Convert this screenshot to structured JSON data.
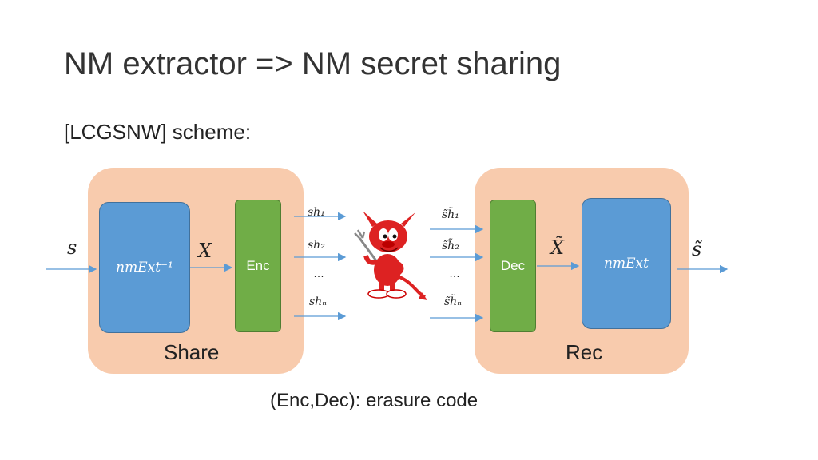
{
  "title": "NM extractor => NM secret sharing",
  "subtitle": "[LCGSNW] scheme:",
  "footer": "(Enc,Dec): erasure code",
  "share_panel": {
    "label": "Share",
    "input_label": "s",
    "inv_box": "nmExt⁻¹",
    "x_label": "X",
    "enc_box": "Enc",
    "outputs": [
      "sh₁",
      "sh₂",
      "shₙ"
    ],
    "ellipsis": "…"
  },
  "rec_panel": {
    "label": "Rec",
    "inputs": [
      "s̃h̃₁",
      "s̃h̃₂",
      "s̃h̃ₙ"
    ],
    "ellipsis": "…",
    "dec_box": "Dec",
    "x_label": "X̃",
    "ext_box": "nmExt",
    "output_label": "s̃"
  },
  "adversary_icon": "devil-icon",
  "colors": {
    "panel": "#f8cbad",
    "blue_box": "#5b9bd5",
    "green_box": "#70ad47",
    "arrow": "#5b9bd5"
  }
}
